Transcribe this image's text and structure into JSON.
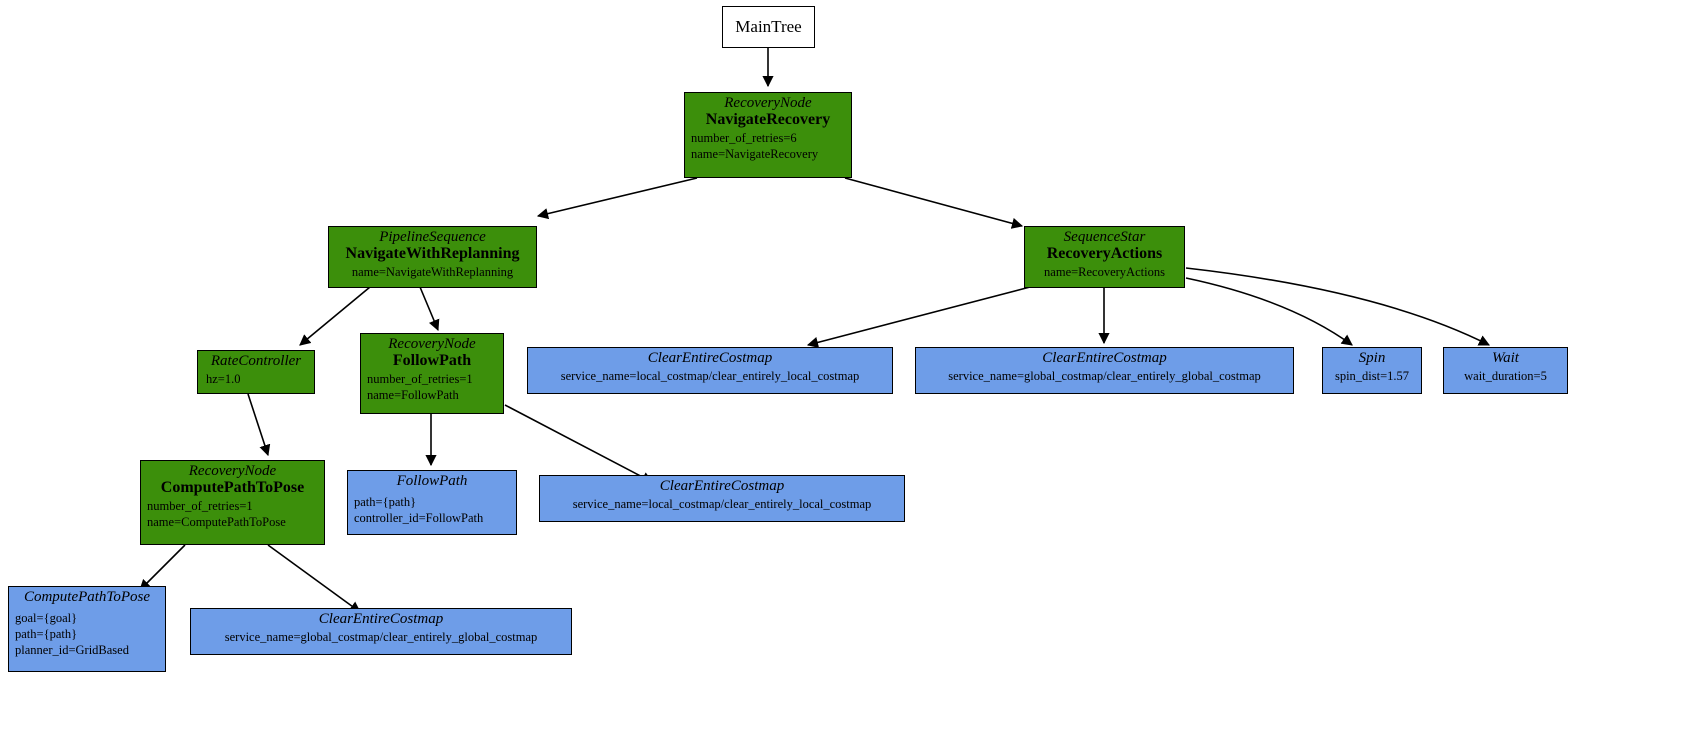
{
  "diagram": {
    "title": "MainTree",
    "colors": {
      "root_fill": "#ffffff",
      "control_fill": "#3c8f0b",
      "action_fill": "#6e9de8",
      "edge": "#000000",
      "text": "#000000"
    }
  },
  "nodes": {
    "main_tree": {
      "name": "MainTree"
    },
    "navigate_recovery": {
      "type": "RecoveryNode",
      "name": "NavigateRecovery",
      "params": [
        "number_of_retries=6",
        "name=NavigateRecovery"
      ]
    },
    "navigate_with_replanning": {
      "type": "PipelineSequence",
      "name": "NavigateWithReplanning",
      "params": [
        "name=NavigateWithReplanning"
      ]
    },
    "recovery_actions": {
      "type": "SequenceStar",
      "name": "RecoveryActions",
      "params": [
        "name=RecoveryActions"
      ]
    },
    "rate_controller": {
      "type": "RateController",
      "params": [
        "hz=1.0"
      ]
    },
    "follow_path_recovery": {
      "type": "RecoveryNode",
      "name": "FollowPath",
      "params": [
        "number_of_retries=1",
        "name=FollowPath"
      ]
    },
    "clear_local_costmap_recovery": {
      "type": "ClearEntireCostmap",
      "params": [
        "service_name=local_costmap/clear_entirely_local_costmap"
      ]
    },
    "clear_global_costmap_recovery": {
      "type": "ClearEntireCostmap",
      "params": [
        "service_name=global_costmap/clear_entirely_global_costmap"
      ]
    },
    "spin": {
      "type": "Spin",
      "params": [
        "spin_dist=1.57"
      ]
    },
    "wait": {
      "type": "Wait",
      "params": [
        "wait_duration=5"
      ]
    },
    "compute_path_to_pose_recovery": {
      "type": "RecoveryNode",
      "name": "ComputePathToPose",
      "params": [
        "number_of_retries=1",
        "name=ComputePathToPose"
      ]
    },
    "follow_path_action": {
      "type": "FollowPath",
      "params": [
        "path={path}",
        "controller_id=FollowPath"
      ]
    },
    "clear_local_costmap_followpath": {
      "type": "ClearEntireCostmap",
      "params": [
        "service_name=local_costmap/clear_entirely_local_costmap"
      ]
    },
    "compute_path_to_pose_action": {
      "type": "ComputePathToPose",
      "params": [
        "goal={goal}",
        "path={path}",
        "planner_id=GridBased"
      ]
    },
    "clear_global_costmap_computepath": {
      "type": "ClearEntireCostmap",
      "params": [
        "service_name=global_costmap/clear_entirely_global_costmap"
      ]
    }
  }
}
